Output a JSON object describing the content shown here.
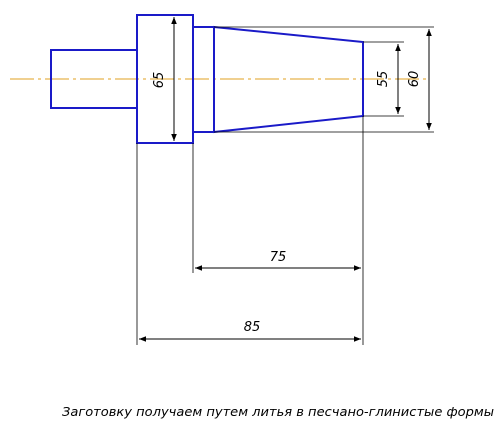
{
  "drawing": {
    "part_outline_color": "#1a1ac8",
    "centerline_color": "#e0a020",
    "dimension_color": "#000000"
  },
  "dimensions": {
    "collar_diameter": "65",
    "cone_small_diameter": "55",
    "cone_large_diameter": "60",
    "cone_length": "75",
    "total_length": "85"
  },
  "caption": "Заготовку получаем путем литья в песчано-глинистые формы"
}
